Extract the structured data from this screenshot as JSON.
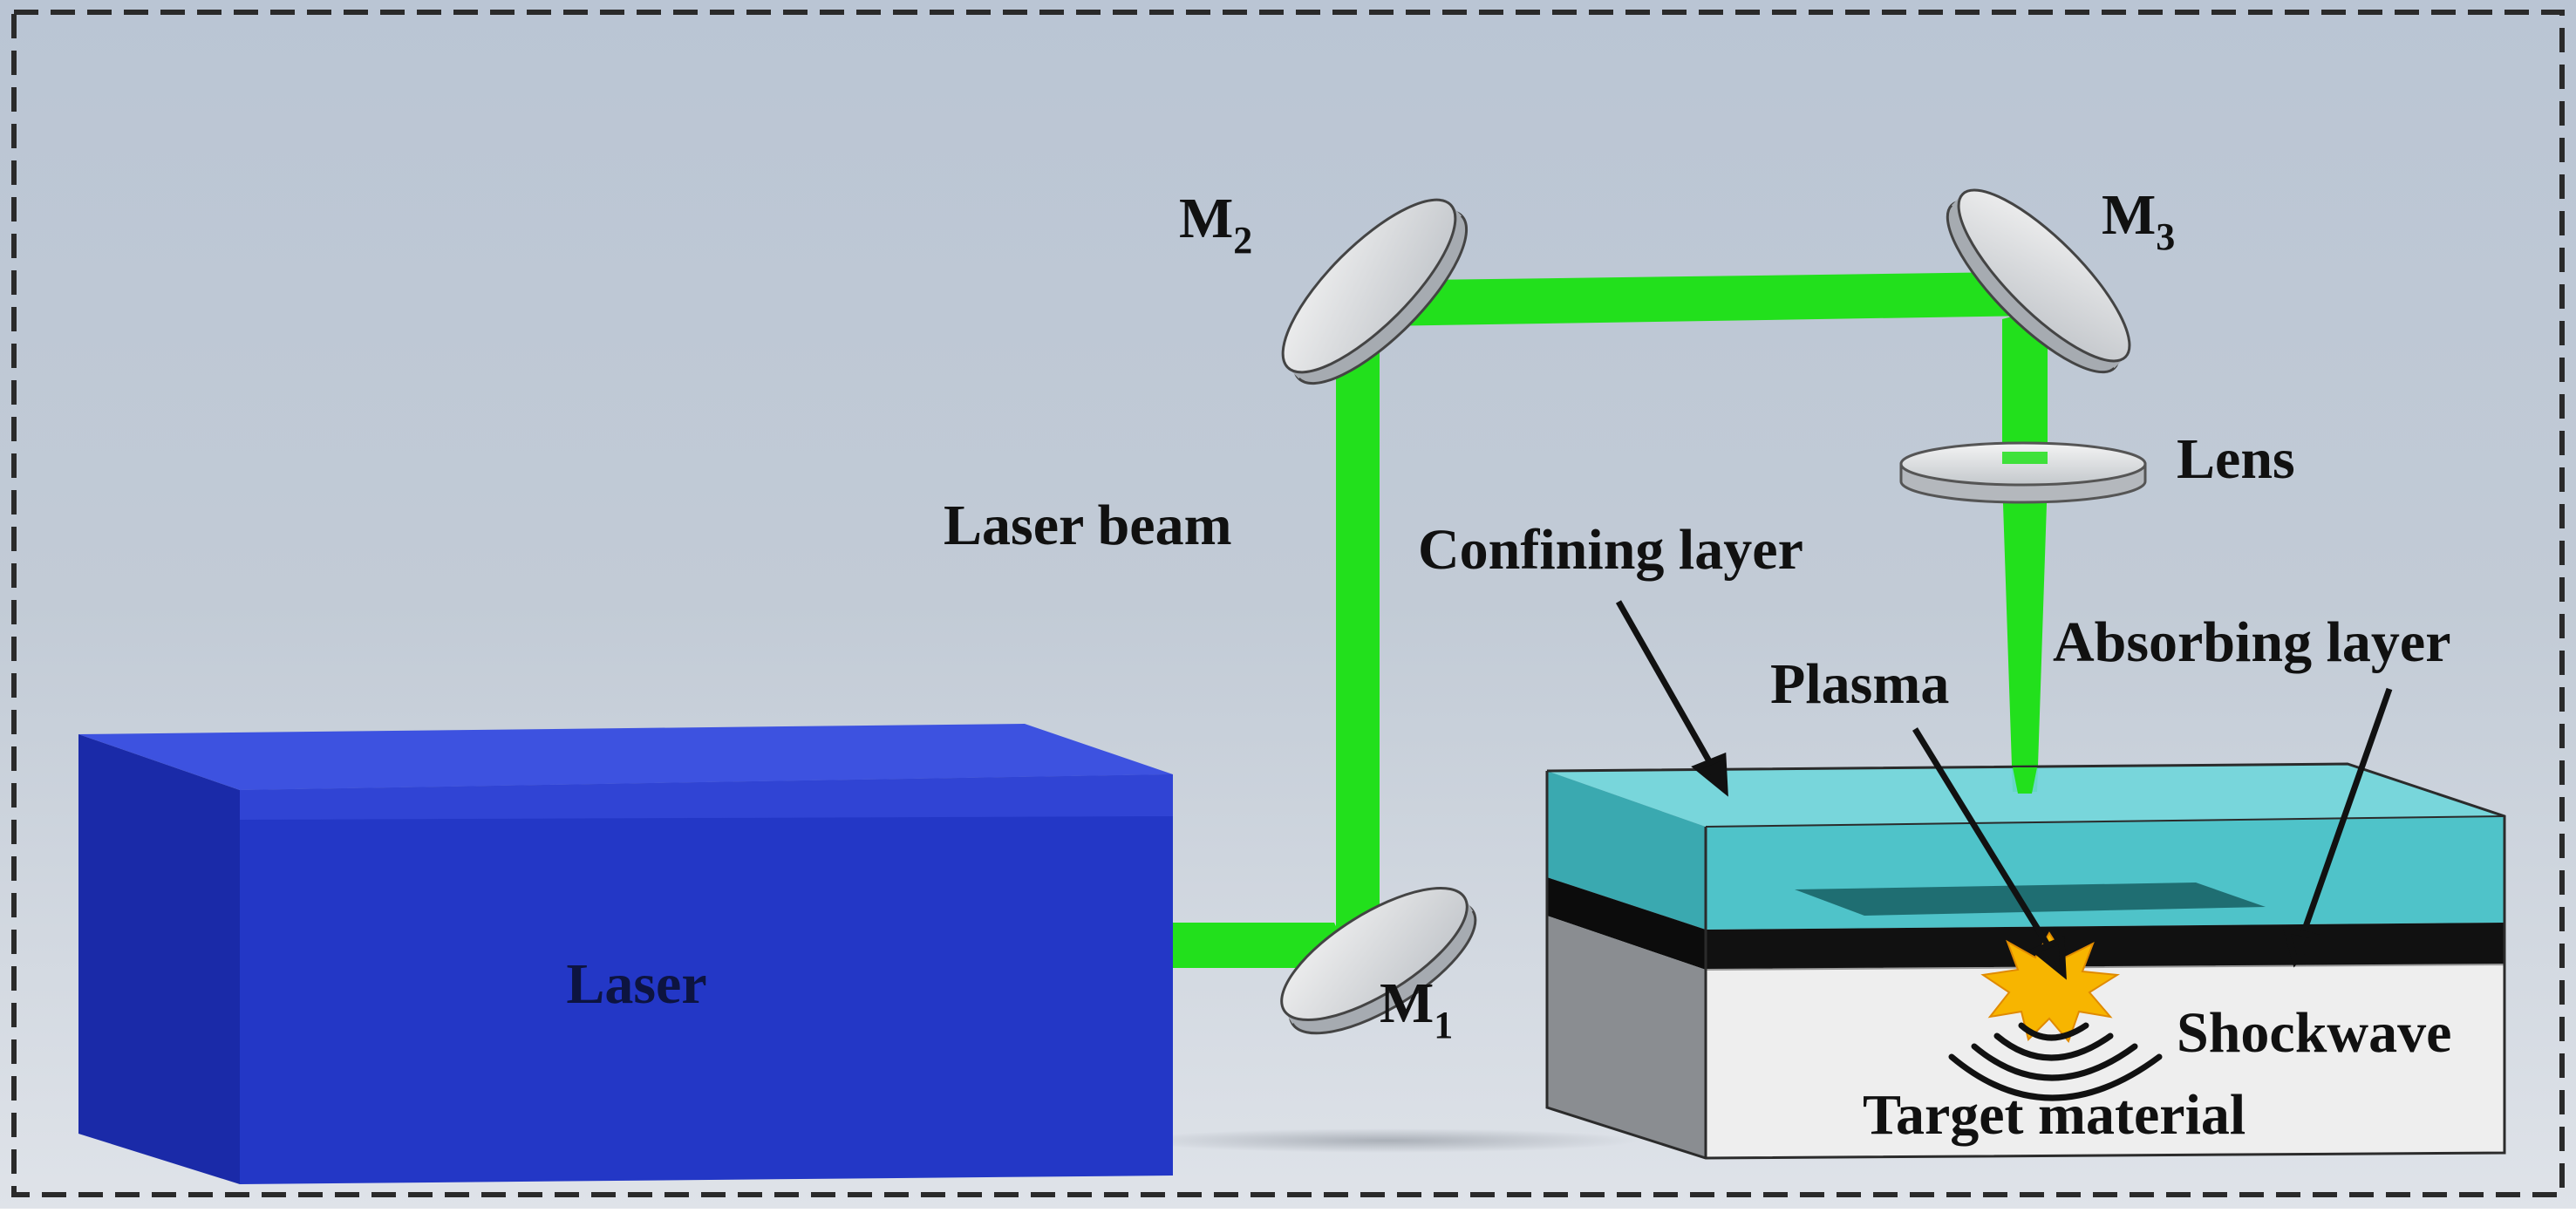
{
  "labels": {
    "laser": "Laser",
    "m1_main": "M",
    "m1_sub": "1",
    "m2_main": "M",
    "m2_sub": "2",
    "m3_main": "M",
    "m3_sub": "3",
    "laser_beam": "Laser beam",
    "lens": "Lens",
    "confining_layer": "Confining layer",
    "plasma": "Plasma",
    "absorbing_layer": "Absorbing layer",
    "shockwave": "Shockwave",
    "target_material": "Target material"
  },
  "colors": {
    "laser_box": "#2336c8",
    "beam": "#22e01c",
    "water": "#5ecdd2",
    "plasma": "#f7b500",
    "background_top": "#b9c4d3",
    "background_bottom": "#d9dfe6"
  }
}
